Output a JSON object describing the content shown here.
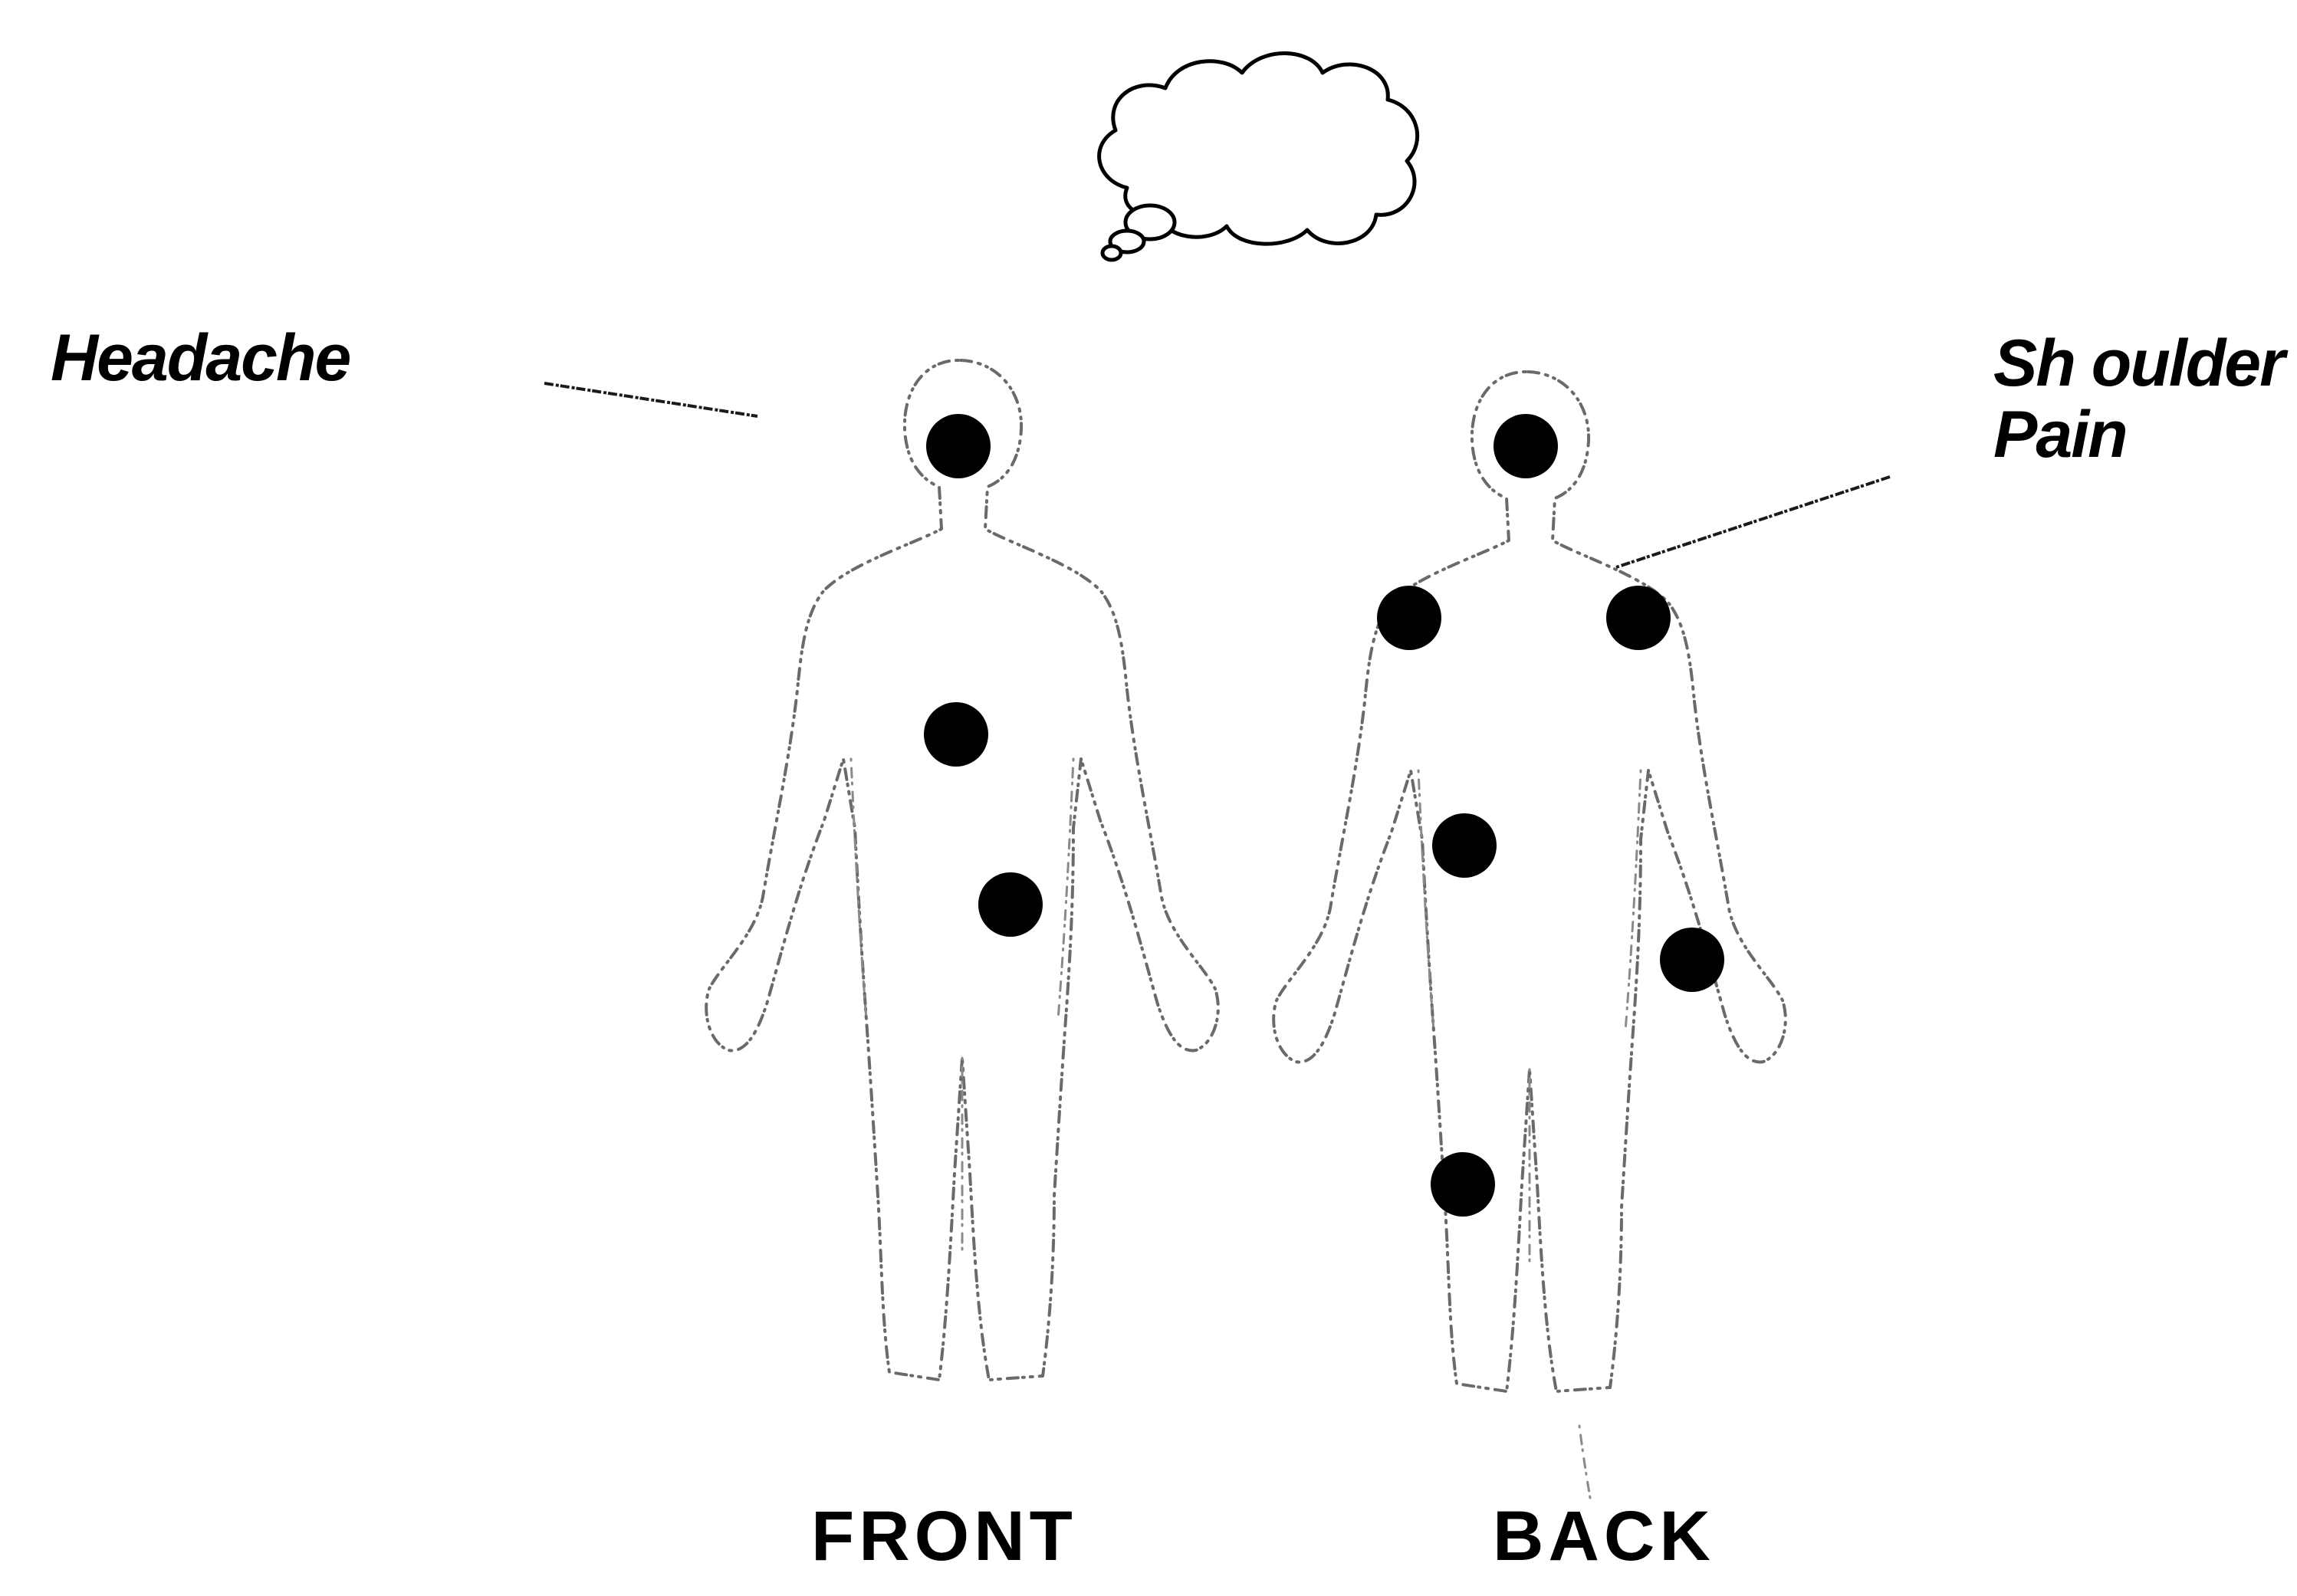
{
  "labels": {
    "headache": "Headache",
    "shoulder_line1": "Sh oulder",
    "shoulder_line2": "Pain",
    "front": "FRONT",
    "back": "BACK"
  },
  "figures": {
    "front": {
      "view": "front",
      "pain_points": [
        "head",
        "upper-abdomen",
        "lower-abdomen-right"
      ]
    },
    "back": {
      "view": "back",
      "pain_points": [
        "head",
        "left-shoulder",
        "right-shoulder",
        "lower-back-left",
        "right-wrist",
        "left-calf"
      ]
    }
  },
  "colors": {
    "pain_dot": "#000000",
    "outline": "#6a6a6a",
    "text": "#000000",
    "background": "#ffffff"
  },
  "icons": {
    "thought_bubble": "thought-cloud-icon"
  }
}
